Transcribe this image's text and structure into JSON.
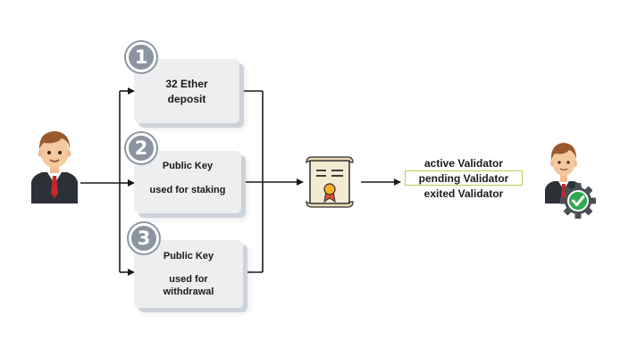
{
  "steps": [
    {
      "number": "1",
      "line1": "32 Ether",
      "line2": "deposit",
      "line3": ""
    },
    {
      "number": "2",
      "line1": "Public Key",
      "line2": "used for staking",
      "line3": ""
    },
    {
      "number": "3",
      "line1": "Public Key",
      "line2": "used for",
      "line3": "withdrawal"
    }
  ],
  "statuses": {
    "active": "active Validator",
    "pending": "pending Validator",
    "exited": "exited Validator"
  },
  "colors": {
    "box": "#eceef0",
    "badge": "#8b95a1",
    "highlight_border": "#b9cc56",
    "check_badge": "#2fa84f",
    "gear": "#4a4f55",
    "suit": "#2c3138",
    "tie": "#c2282d",
    "hair": "#9a5a2c",
    "skin": "#f5c9a0"
  },
  "icons": [
    "user-icon",
    "certificate-icon",
    "validator-user-icon",
    "check-gear-icon"
  ]
}
